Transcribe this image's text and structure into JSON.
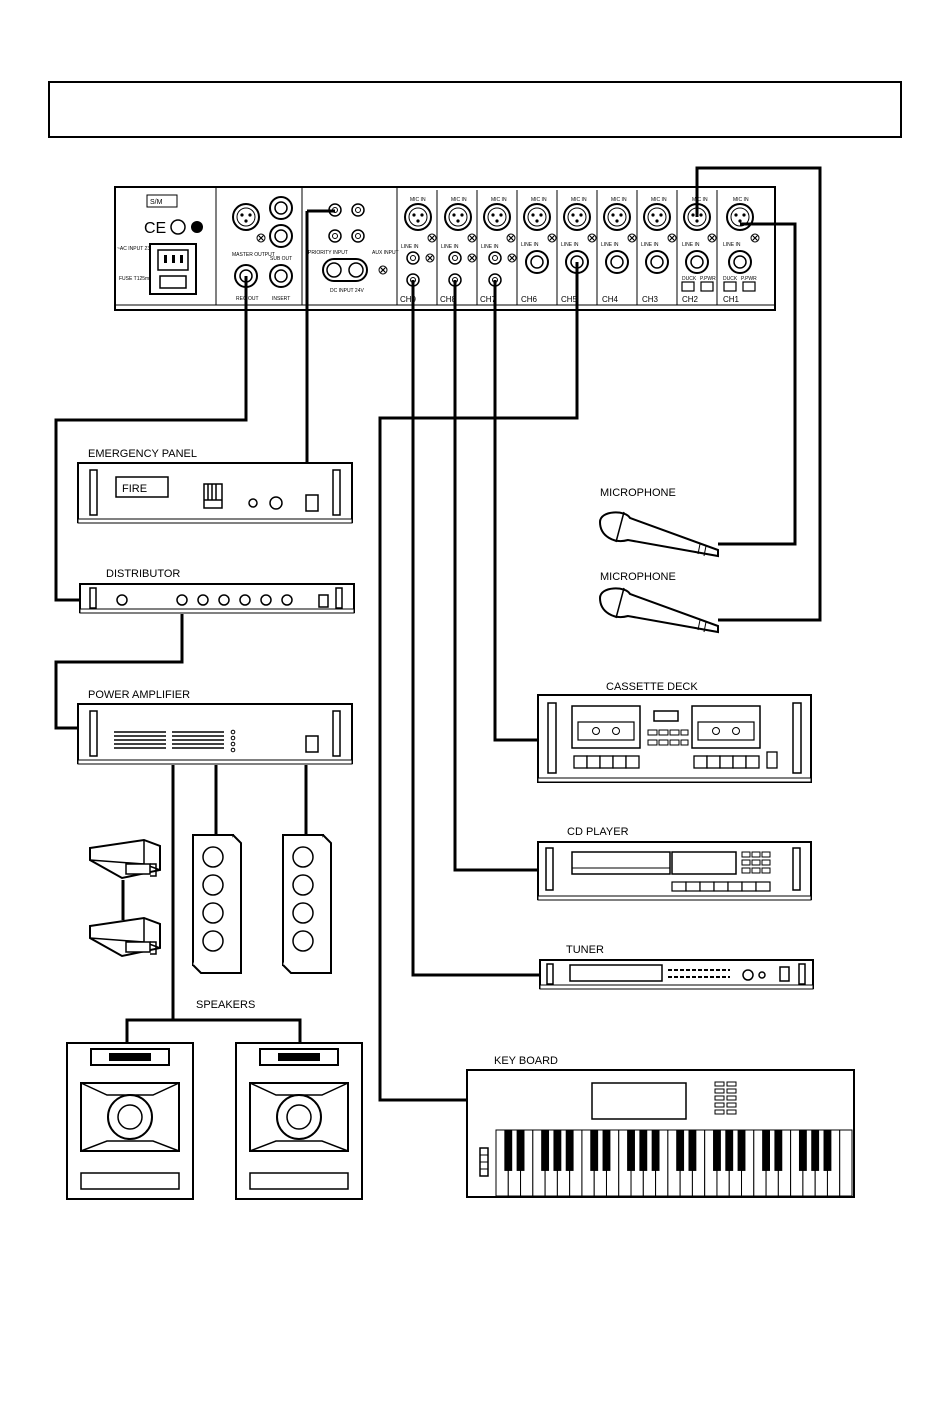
{
  "header": {
    "title": ""
  },
  "mixer": {
    "logo": "S/M",
    "ce_mark": "CE",
    "ac_label": "~AC INPUT 230V 50Hz 10W",
    "fuse_label": "FUSE T125mAL/ 250V",
    "master_output": "MASTER OUTPUT",
    "rec_out": "REC OUT",
    "sub_out": "SUB OUT",
    "insert": "INSERT",
    "priority_input": "PRIORITY INPUT",
    "aux_input": "AUX INPUT",
    "dc_input": "DC INPUT 24V",
    "mic_in": "MIC IN",
    "line_in": "LINE IN",
    "duck": "DUCK",
    "p_pwr": "P.PWR",
    "channels": [
      "CH9",
      "CH8",
      "CH7",
      "CH6",
      "CH5",
      "CH4",
      "CH3",
      "CH2",
      "CH1"
    ]
  },
  "equipment": {
    "emergency_panel": "EMERGENCY PANEL",
    "fire": "FIRE",
    "distributor": "DISTRIBUTOR",
    "power_amplifier": "POWER AMPLIFIER",
    "speakers": "SPEAKERS",
    "microphone_1": "MICROPHONE",
    "microphone_2": "MICROPHONE",
    "cassette_deck": "CASSETTE DECK",
    "cd_player": "CD PLAYER",
    "tuner": "TUNER",
    "keyboard": "KEY BOARD"
  },
  "colors": {
    "line": "#000000",
    "background": "#ffffff"
  }
}
